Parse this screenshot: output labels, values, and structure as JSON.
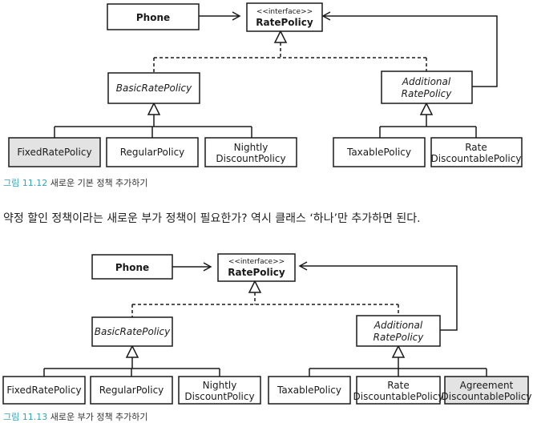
{
  "figure1": {
    "boxes": {
      "phone": "Phone",
      "interface_stereo": "<<interface>>",
      "rate_policy": "RatePolicy",
      "basic_rate_policy": "BasicRatePolicy",
      "additional_line1": "Additional",
      "additional_line2": "RatePolicy",
      "fixed_rate_policy": "FixedRatePolicy",
      "regular_policy": "RegularPolicy",
      "nightly_line1": "Nightly",
      "nightly_line2": "DiscountPolicy",
      "taxable_policy": "TaxablePolicy",
      "rate_line1": "Rate",
      "rate_line2": "DiscountablePolicy"
    },
    "caption_number": "그림 11.12",
    "caption_text": " 새로운 기본 정책 추가하기"
  },
  "paragraph": "약정 할인 정책이라는 새로운 부가 정책이 필요한가? 역시 클래스 ‘하나’만 추가하면 된다.",
  "figure2": {
    "boxes": {
      "phone": "Phone",
      "interface_stereo": "<<interface>>",
      "rate_policy": "RatePolicy",
      "basic_rate_policy": "BasicRatePolicy",
      "additional_line1": "Additional",
      "additional_line2": "RatePolicy",
      "fixed_rate_policy": "FixedRatePolicy",
      "regular_policy": "RegularPolicy",
      "nightly_line1": "Nightly",
      "nightly_line2": "DiscountPolicy",
      "taxable_policy": "TaxablePolicy",
      "rate_line1": "Rate",
      "rate_line2": "DiscountablePolicy",
      "agreement_line1": "Agreement",
      "agreement_line2": "DiscountablePolicy"
    },
    "caption_number": "그림 11.13",
    "caption_text": " 새로운 부가 정책 추가하기"
  }
}
